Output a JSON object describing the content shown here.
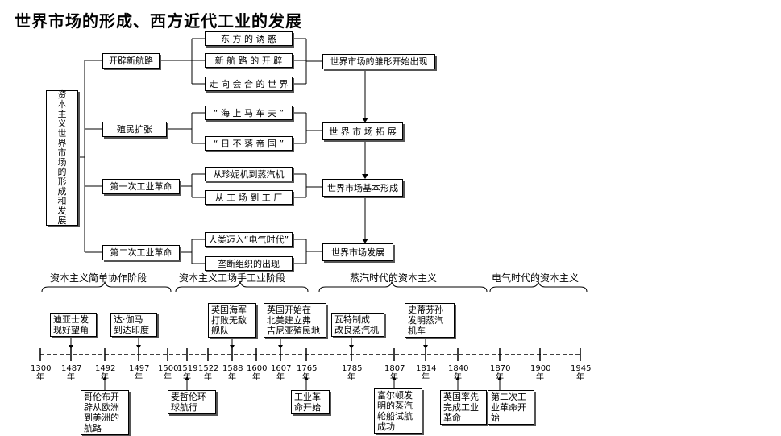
{
  "title": "世界市场的形成、西方近代工业的发展",
  "root": "资本主义世界市场的形成和发展",
  "stages": [
    {
      "label": "开辟新航路",
      "subs": [
        "东 方 的 诱 惑",
        "新 航 路 的 开 辟",
        "走 向 会 合 的 世 界"
      ],
      "result": "世界市场的雏形开始出现"
    },
    {
      "label": "殖民扩张",
      "subs": [
        "“ 海 上 马 车 夫 ”",
        "“ 日 不 落 帝 国 ”"
      ],
      "result": "世 界 市 场 拓 展"
    },
    {
      "label": "第一次工业革命",
      "subs": [
        "从珍妮机到蒸汽机",
        "从 工 场 到 工 厂"
      ],
      "result": "世界市场基本形成"
    },
    {
      "label": "第二次工业革命",
      "subs": [
        "人类迈入“电气时代”",
        "垄断组织的出现"
      ],
      "result": "世界市场发展"
    }
  ],
  "timeline": {
    "periods": [
      "资本主义简单协作阶段",
      "资本主义工场手工业阶段",
      "蒸汽时代的资本主义",
      "电气时代的资本主义"
    ],
    "years": [
      "1300",
      "1487",
      "1492",
      "1497",
      "1500",
      "1519",
      "1522",
      "1588",
      "1600",
      "1607",
      "1765",
      "1785",
      "1807",
      "1814",
      "1840",
      "1870",
      "1900",
      "1945"
    ],
    "year_unit": "年",
    "events_top": [
      "迪亚士发\n现好望角",
      "达·伽马\n到达印度",
      "英国海军\n打败无敌\n舰队",
      "英国开始在\n北美建立弗\n吉尼亚殖民地",
      "瓦特制成\n改良蒸汽机",
      "史蒂芬孙\n发明蒸汽\n机车"
    ],
    "events_bottom": [
      "哥伦布开\n辟从欧洲\n到美洲的\n航路",
      "麦哲伦环\n球航行",
      "工业革\n命开始",
      "富尔顿发\n明的蒸汽\n轮船试航\n成功",
      "英国率先\n完成工业\n革命",
      "第二次工\n业革命开\n始"
    ]
  }
}
